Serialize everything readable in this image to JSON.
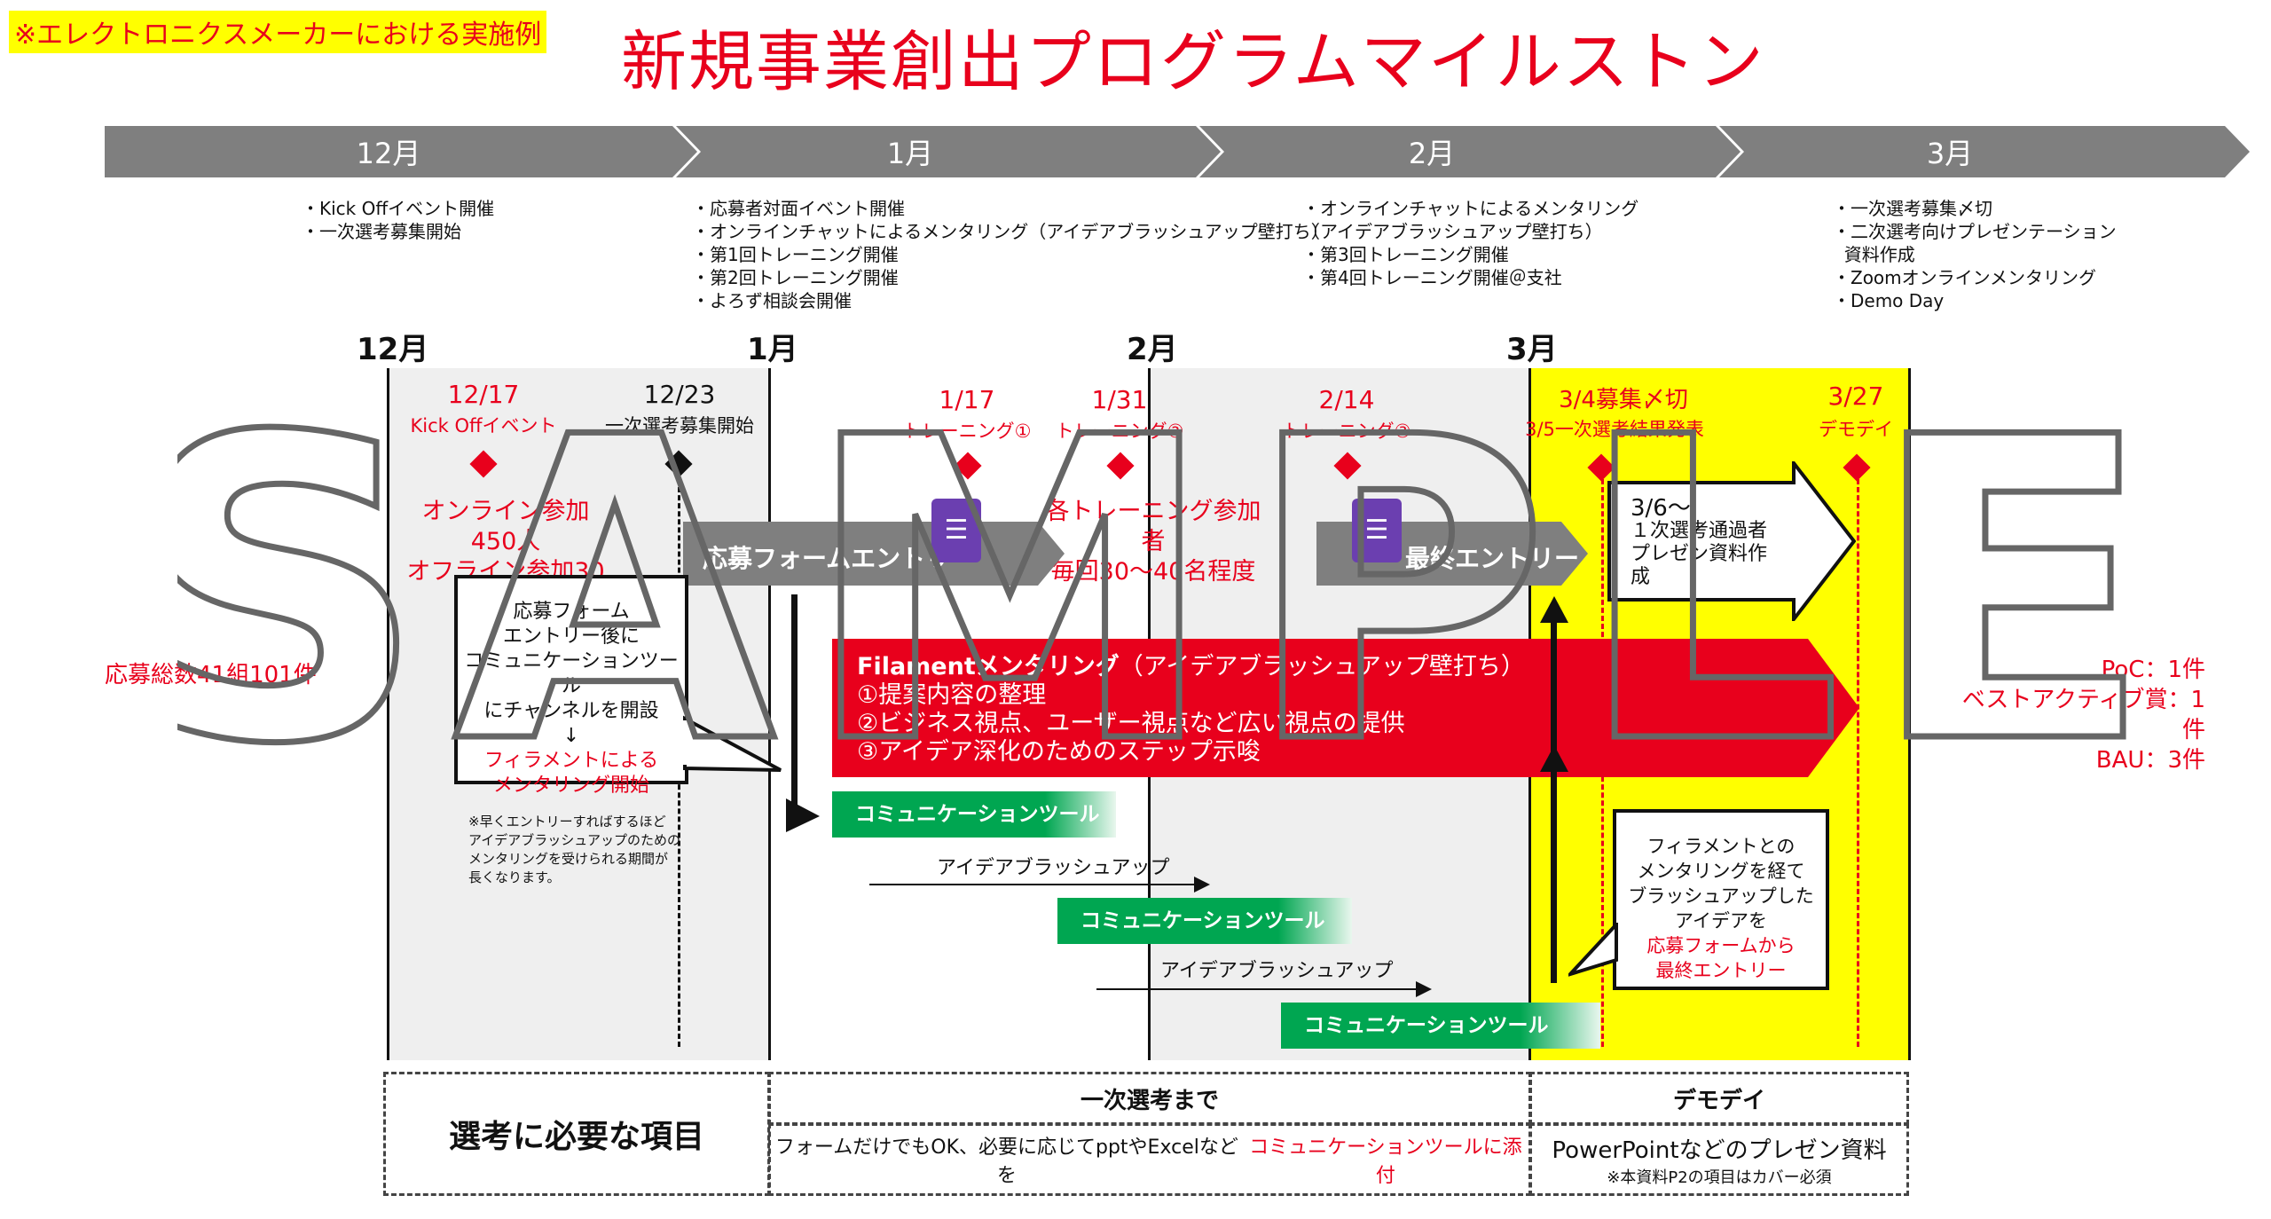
{
  "header": {
    "note": "※エレクトロニクスメーカーにおける実施例",
    "title": "新規事業創出プログラムマイルストン"
  },
  "months": [
    "12月",
    "1月",
    "2月",
    "3月"
  ],
  "descriptions": [
    "・Kick Offイベント開催\n・一次選考募集開始",
    "・応募者対面イベント開催\n・オンラインチャットによるメンタリング（アイデアブラッシュアップ壁打ち）\n・第1回トレーニング開催\n・第2回トレーニング開催\n・よろず相談会開催",
    "・オンラインチャットによるメンタリング\n（アイデアブラッシュアップ壁打ち）\n・第3回トレーニング開催\n・第4回トレーニング開催＠支社",
    "・一次選考募集〆切\n・二次選考向けプレゼンテーション\n  資料作成\n・Zoomオンラインメンタリング\n・Demo Day"
  ],
  "events": {
    "e1217": {
      "date": "12/17",
      "label": "Kick Offイベント",
      "color": "#e8001c"
    },
    "e1223": {
      "date": "12/23",
      "label": "一次選考募集開始",
      "color": "#111111"
    },
    "e0117": {
      "date": "1/17",
      "label": "トレーニング①"
    },
    "e0131": {
      "date": "1/31",
      "label": "トレーニング②"
    },
    "e0214": {
      "date": "2/14",
      "label": "トレーニング③"
    },
    "e0304": {
      "date": "3/4募集〆切",
      "label": "3/5一次選考結果発表"
    },
    "e0327": {
      "date": "3/27",
      "label": "デモデイ"
    }
  },
  "participation": [
    "オンライン参加450人",
    "オフライン参加30人"
  ],
  "training_attendees": [
    "各トレーニング参加者",
    "毎回30～40名程度"
  ],
  "total_applications": "応募総数41組101件",
  "entry_form": "応募フォームエントリー",
  "final_entry": "最終エントリー",
  "callout_left": {
    "lines": [
      "応募フォーム",
      "エントリー後に",
      "コミュニケーションツール",
      "にチャンネルを開設",
      "↓"
    ],
    "red_lines": [
      "フィラメントによる",
      "メンタリング開始"
    ]
  },
  "early_note": "※早くエントリーすればするほど\nアイデアブラッシュアップのための\nメンタリングを受けられる期間が\n長くなります。",
  "mentoring": {
    "title": "Filamentメンタリング",
    "subtitle": "（アイデアブラッシュアップ壁打ち）",
    "items": [
      "①提案内容の整理",
      "②ビジネス視点、ユーザー視点など広い視点の提供",
      "③アイデア深化のためのステップ示唆"
    ]
  },
  "comm_tool": "コミュニケーションツール",
  "idea_brushup": "アイデアブラッシュアップ",
  "post_selection": {
    "date": "3/6～",
    "lines": [
      "１次選考通過者",
      "プレゼン資料作",
      "成"
    ]
  },
  "callout_right": {
    "lines": [
      "フィラメントとの",
      "メンタリングを経て",
      "ブラッシュアップした",
      "アイデアを"
    ],
    "red_lines": [
      "応募フォームから",
      "最終エントリー"
    ]
  },
  "awards": [
    "PoC：1件",
    "ベストアクティブ賞：1件",
    "BAU：3件"
  ],
  "watermark": "SAMPLE",
  "table": {
    "left_title": "選考に必要な項目",
    "mid_header": "一次選考まで",
    "mid_text_a": "フォームだけでもOK、必要に応じてpptやExcelなどを",
    "mid_text_red": "コミュニケーションツールに添付",
    "right_header": "デモデイ",
    "right_text": "PowerPointなどのプレゼン資料",
    "right_note": "※本資料P2の項目はカバー必須"
  },
  "colors": {
    "accent_red": "#e8001c",
    "highlight_yellow": "#ffff00",
    "arrow_gray": "#7f7f7f",
    "comm_green": "#00a651",
    "form_purple": "#6b3fb0"
  }
}
